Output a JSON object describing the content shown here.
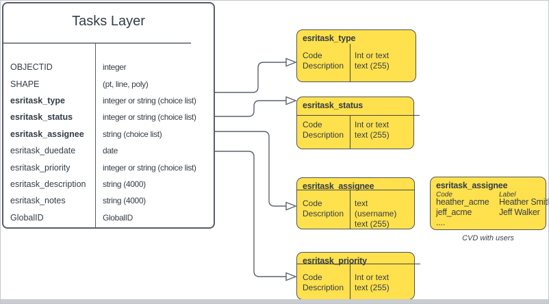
{
  "colors": {
    "choice_box_fill": "#ffe14d",
    "choice_box_border": "#4c5158",
    "text": "#323c46",
    "connector": "#5a626c",
    "bottom_strip": "#c9cdd1"
  },
  "table": {
    "title": "Tasks Layer",
    "rows": [
      {
        "field": "OBJECTID",
        "type": "integer"
      },
      {
        "field": "SHAPE",
        "type": "(pt, line, poly)"
      },
      {
        "field": "esritask_type",
        "type": "integer or string (choice list)"
      },
      {
        "field": "esritask_status",
        "type": "integer or string (choice list)"
      },
      {
        "field": "esritask_assignee",
        "type": "string (choice list)"
      },
      {
        "field": "esritask_duedate",
        "type": "date"
      },
      {
        "field": "esritask_priority",
        "type": "integer or string (choice list)"
      },
      {
        "field": "esritask_description",
        "type": "string (4000)"
      },
      {
        "field": "esritask_notes",
        "type": "string (4000)"
      },
      {
        "field": "GlobalID",
        "type": "GlobalID"
      }
    ]
  },
  "choice_boxes": [
    {
      "title": "esritask_type",
      "left": [
        "Code",
        "Description"
      ],
      "right": [
        "Int or text",
        "text (255)"
      ]
    },
    {
      "title": "esritask_status",
      "left": [
        "Code",
        "Description"
      ],
      "right": [
        "Int or text",
        "text (255)"
      ]
    },
    {
      "title": "esritask_assignee",
      "left": [
        "Code",
        "Description"
      ],
      "right": [
        "text  (username)",
        "text (255)"
      ]
    },
    {
      "title": "esritask_priority",
      "left": [
        "Code",
        "Description"
      ],
      "right": [
        "Int or text",
        "text (255)"
      ]
    }
  ],
  "cvd_box": {
    "title": "esritask_assignee",
    "columns": [
      "Code",
      "Label"
    ],
    "rows": [
      {
        "code": "heather_acme",
        "label": "Heather Smith"
      },
      {
        "code": "jeff_acme",
        "label": "Jeff Walker"
      },
      {
        "code": "....",
        "label": ""
      }
    ],
    "caption": "CVD with users"
  },
  "connections": [
    {
      "from": "esritask_type",
      "to": "esritask_type"
    },
    {
      "from": "esritask_status",
      "to": "esritask_status"
    },
    {
      "from": "esritask_assignee",
      "to": "esritask_assignee"
    },
    {
      "from": "esritask_priority",
      "to": "esritask_priority"
    }
  ]
}
